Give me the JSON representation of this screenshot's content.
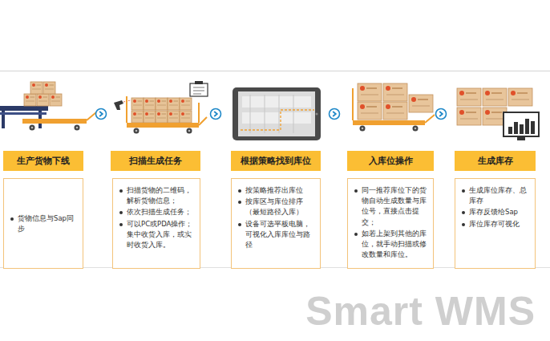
{
  "diagram": {
    "nodes": [
      {
        "text": [
          "生产货物下线"
        ]
      },
      {
        "text": [
          "货物信息与Sap同步"
        ]
      },
      {
        "text": [
          "扫描生成任务"
        ]
      },
      {
        "text": [
          "扫描货物的二维码，解析货物信息；",
          "依次扫描生成任务；",
          "可以PC或PDA操作；集中收货入库，或实时收货入库。"
        ]
      },
      {
        "text": [
          "根据策略找到库位"
        ]
      },
      {
        "text": [
          "按策略推荐出库位",
          "按库区与库位排序（最短路径入库）",
          "设备可选平板电脑，可视化入库库位与路径"
        ]
      },
      {
        "text": [
          "入库位操作"
        ]
      },
      {
        "text": [
          "同一推荐库位下的货物自动生成数量与库位号，直接点击提交；",
          "如若上架到其他的库位，就手动扫描或修改数量和库位。"
        ]
      },
      {
        "text": [
          "生成库存"
        ]
      },
      {
        "text": [
          "生成库位库存、总库存",
          "库存反馈给Sap",
          "库位库存可视化"
        ]
      }
    ],
    "labels": [
      "Smart WMS"
    ]
  }
}
